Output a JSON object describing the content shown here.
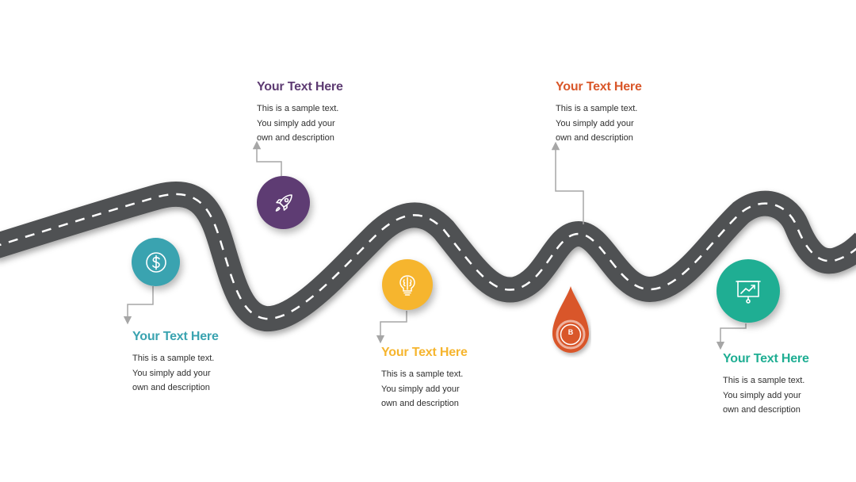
{
  "colors": {
    "road": "#505152",
    "dash": "#ffffff",
    "connector": "#a6a6a6",
    "purple": "#5e3c73",
    "orange": "#d9572a",
    "teal": "#3aa3b0",
    "yellow": "#f6b52e",
    "green": "#1fae93"
  },
  "milestones": [
    {
      "id": "finance",
      "icon": "dollar-coin-icon",
      "color": "#3aa3b0",
      "title": "Your Text Here",
      "lines": [
        "This is a sample text.",
        "You simply add your",
        "own and description"
      ]
    },
    {
      "id": "launch",
      "icon": "rocket-icon",
      "color": "#5e3c73",
      "title": "Your Text Here",
      "lines": [
        "This is a sample text.",
        "You simply add your",
        "own and description"
      ]
    },
    {
      "id": "ideas",
      "icon": "brain-bulb-icon",
      "color": "#f6b52e",
      "title": "Your Text Here",
      "lines": [
        "This is a sample text.",
        "You simply add your",
        "own and description"
      ]
    },
    {
      "id": "strategy",
      "icon": "location-pin-icon",
      "color": "#d9572a",
      "title": "Your Text Here",
      "lines": [
        "This is a sample text.",
        "You simply add your",
        "own and description"
      ]
    },
    {
      "id": "growth",
      "icon": "presentation-chart-icon",
      "color": "#1fae93",
      "title": "Your Text Here",
      "lines": [
        "This is a sample text.",
        "You simply add your",
        "own and description"
      ]
    }
  ],
  "pin": {
    "label": "B",
    "color": "#d9572a"
  }
}
